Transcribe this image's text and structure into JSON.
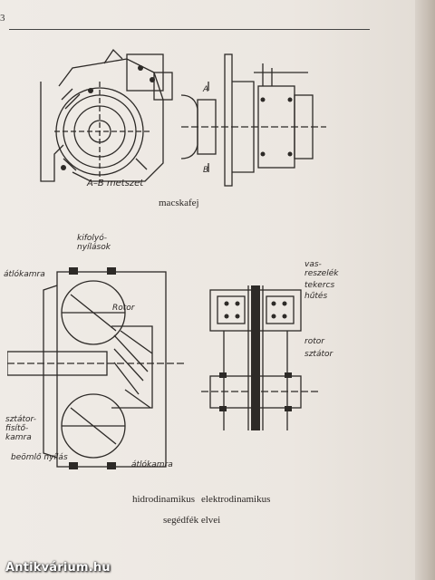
{
  "page": {
    "number": "3"
  },
  "figure_top": {
    "section_label": "A–B metszet",
    "marker_a": "A",
    "marker_b": "B",
    "caption": "macskafej"
  },
  "figure_hydro": {
    "labels": {
      "outlet": "kifolyó-\nnyílások",
      "diagonal_top": "átlókamra",
      "rotor": "Rotor",
      "stator_chamber": "sztátor-\nfisítő-\nkamra",
      "inlet": "beömlő nyílás",
      "diagonal_bottom": "átlókamra"
    },
    "caption": "hidrodinamikus"
  },
  "figure_electro": {
    "labels": {
      "filings": "vas-\nreszelék",
      "coil": "tekercs",
      "cooling": "hűtés",
      "rotor": "rotor",
      "stator": "sztátor"
    },
    "caption": "elektrodinamikus"
  },
  "figure_caption": "segédfék elvei",
  "watermark": "Antikvárium.hu"
}
